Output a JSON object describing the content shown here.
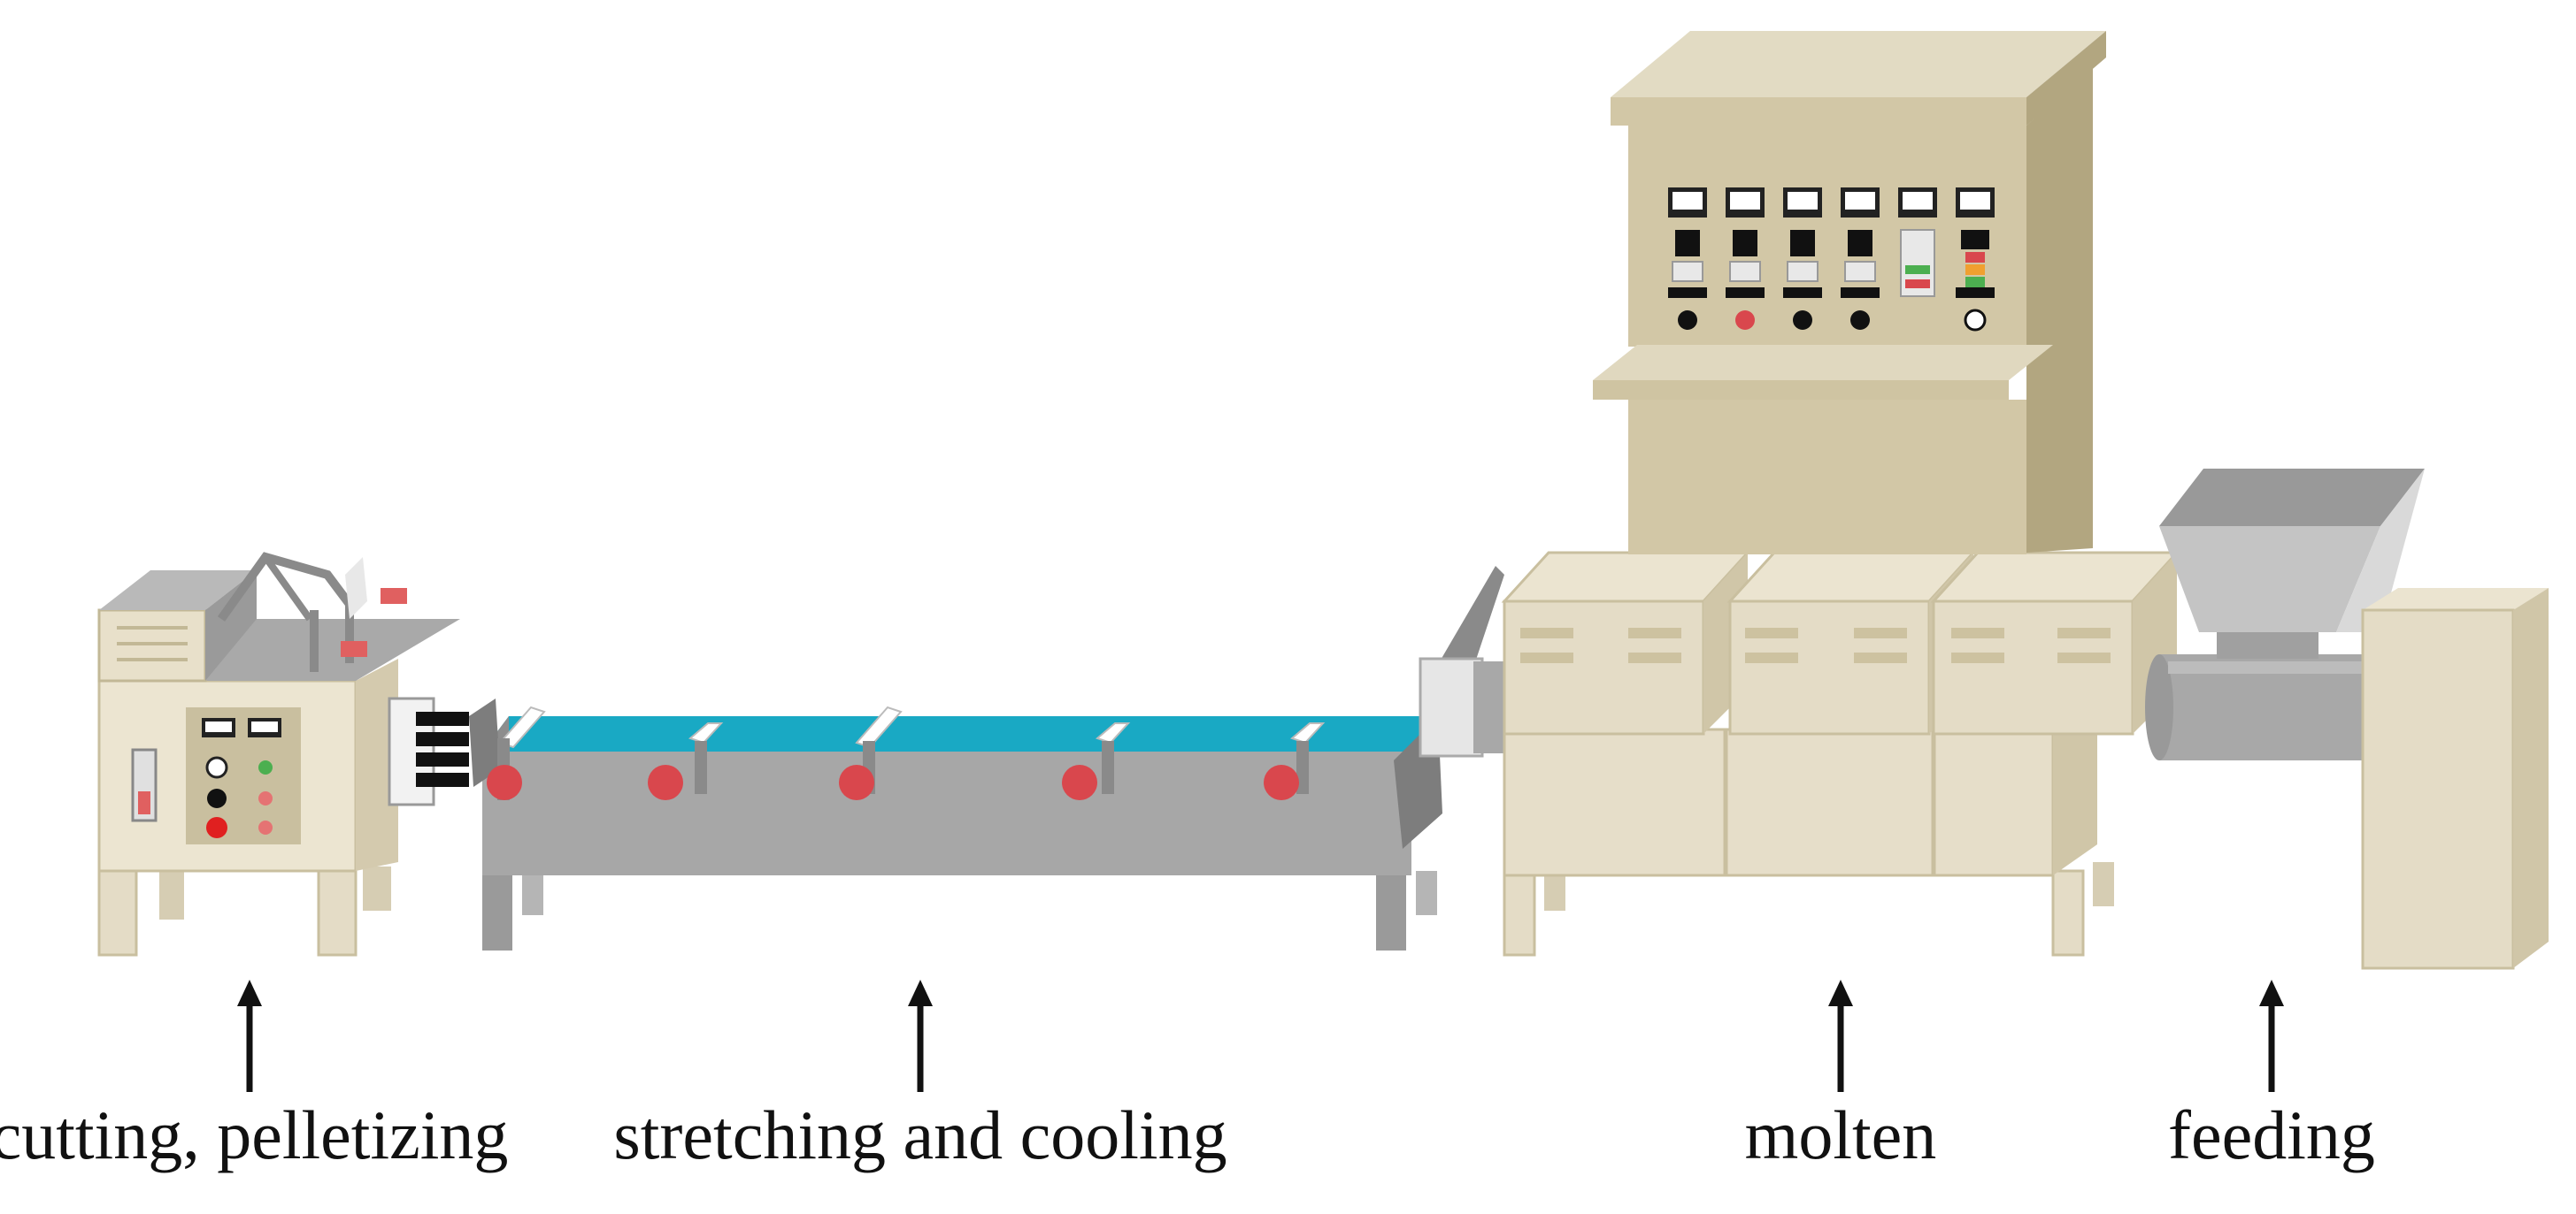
{
  "stages": [
    {
      "id": "cutting",
      "label": "cutting, pelletizing"
    },
    {
      "id": "stretching",
      "label": "stretching and cooling"
    },
    {
      "id": "molten",
      "label": "molten"
    },
    {
      "id": "feeding",
      "label": "feeding"
    }
  ],
  "colors": {
    "machine_cream": "#e4dcc6",
    "machine_cream_shadow": "#c9bf9f",
    "cabinet_tan": "#d2c7a6",
    "cabinet_tan_dark": "#b2a680",
    "trough_gray": "#a7a7a7",
    "trough_gray_dark": "#7d7d7d",
    "water_cyan": "#19a9c4",
    "roller_red": "#d9474d",
    "button_red": "#e02020",
    "label_text": "#111111"
  }
}
